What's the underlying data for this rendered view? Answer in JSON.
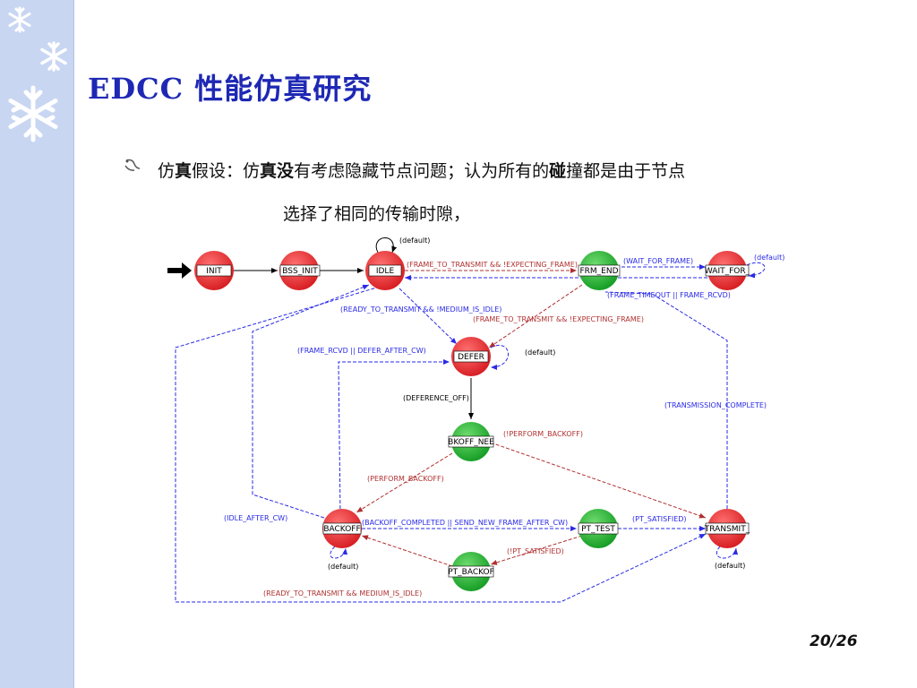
{
  "slide": {
    "title": "EDCC 性能仿真研究",
    "bullet": {
      "prefix": "仿",
      "bold1": "真",
      "mid1": "假设：仿",
      "bold2": "真没",
      "mid2": "有考虑隐藏节点问题；认为所有的",
      "bold3": "碰",
      "tail": "撞都是由于节点",
      "line2": "选择了相同的传输时隙，"
    },
    "page_number": "20/26"
  },
  "diagram": {
    "states": [
      {
        "id": "INIT",
        "label": "INIT",
        "color": "red"
      },
      {
        "id": "BSS_INIT",
        "label": "BSS_INIT",
        "color": "red"
      },
      {
        "id": "IDLE",
        "label": "IDLE",
        "color": "red"
      },
      {
        "id": "FRM_END",
        "label": "FRM_END",
        "color": "green"
      },
      {
        "id": "WAIT_FOR",
        "label": "WAIT_FOR_",
        "color": "red"
      },
      {
        "id": "DEFER",
        "label": "DEFER",
        "color": "red"
      },
      {
        "id": "BKOFF_NEED",
        "label": "BKOFF_NEE",
        "color": "green"
      },
      {
        "id": "BACKOFF",
        "label": "BACKOFF",
        "color": "red"
      },
      {
        "id": "PT_TEST",
        "label": "PT_TEST",
        "color": "green"
      },
      {
        "id": "TRANSMIT",
        "label": "TRANSMIT_",
        "color": "red"
      },
      {
        "id": "PT_BACKOFF",
        "label": "PT_BACKOF",
        "color": "green"
      }
    ],
    "edge_labels": {
      "idle_default": "(default)",
      "idle_to_frmend": "(FRAME_TO_TRANSMIT && !EXPECTING_FRAME)",
      "frmend_to_waitfor": "(WAIT_FOR_FRAME)",
      "waitfor_default": "(default)",
      "waitfor_back": "(FRAME_TIMEOUT || FRAME_RCVD)",
      "idle_to_defer": "(READY_TO_TRANSMIT && !MEDIUM_IS_IDLE)",
      "frmend_to_defer": "(FRAME_TO_TRANSMIT && !EXPECTING_FRAME)",
      "defer_self": "(FRAME_RCVD || DEFER_AFTER_CW)",
      "defer_default": "(default)",
      "defer_to_bkoff": "(DEFERENCE_OFF)",
      "transmission_complete": "(TRANSMISSION_COMPLETE)",
      "not_perform_backoff": "(!PERFORM_BACKOFF)",
      "perform_backoff": "(PERFORM_BACKOFF)",
      "idle_after_cw": "(IDLE_AFTER_CW)",
      "backoff_completed": "(BACKOFF_COMPLETED || SEND_NEW_FRAME_AFTER_CW)",
      "pt_satisfied": "(PT_SATISFIED)",
      "not_pt_satisfied": "(!PT_SATISFIED)",
      "backoff_default": "(default)",
      "transmit_default": "(default)",
      "ready_medium_idle": "(READY_TO_TRANSMIT && MEDIUM_IS_IDLE)"
    }
  },
  "colors": {
    "title": "#1e28b4",
    "sidebar": "#c9d6f2",
    "red_state": "#e8262a",
    "green_state": "#1fa22e",
    "red_edge": "#b03030",
    "blue_edge": "#2a2ae6"
  },
  "icons": [
    "snowflake-icon",
    "bullet-icon",
    "arrow-pointer-icon"
  ]
}
